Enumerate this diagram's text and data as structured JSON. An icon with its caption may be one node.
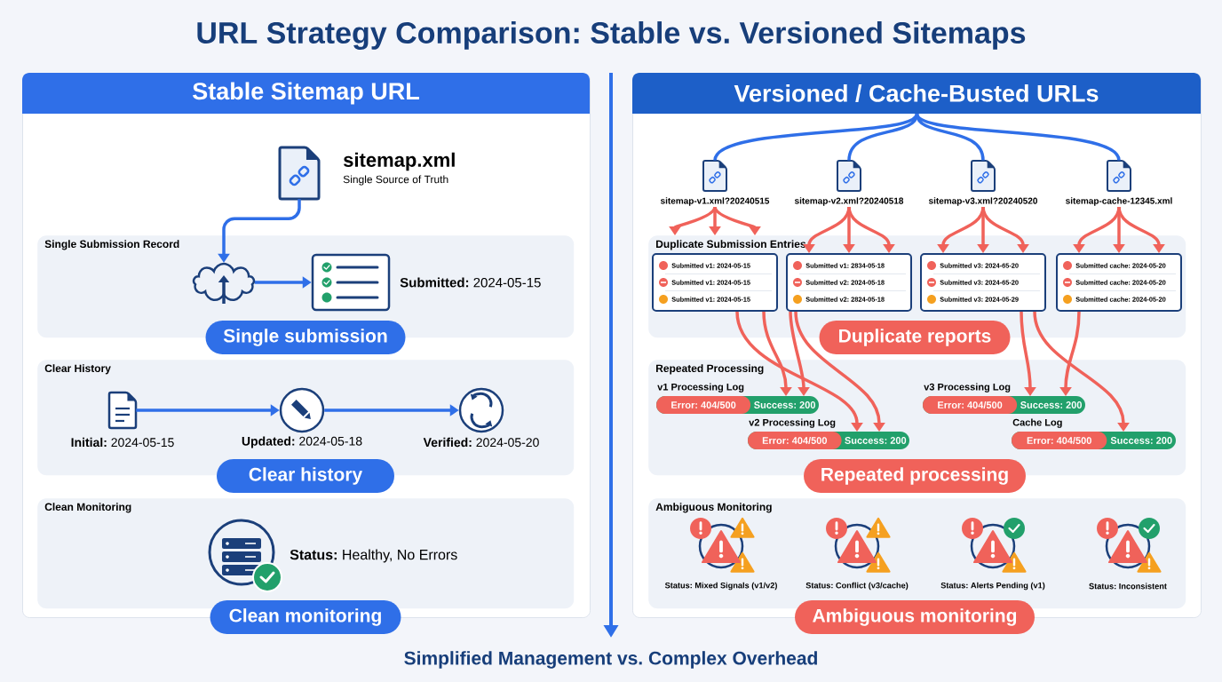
{
  "diagram": {
    "title": "URL Strategy Comparison: Stable vs. Versioned Sitemaps",
    "caption": "Simplified Management vs. Complex Overhead",
    "nodes": [
      {
        "text": [
          "Stable Sitemap URL"
        ]
      },
      {
        "text": [
          "sitemap.xml",
          "Single Source of Truth"
        ],
        "in": 0
      },
      {
        "text": [
          "Single Submission Record"
        ],
        "in": 0
      },
      {
        "text": [],
        "shape": "cloud",
        "in": 2
      },
      {
        "text": [],
        "shape": "box",
        "in": 2,
        "beside": [
          "**Submitted:** 2024-05-15"
        ]
      },
      {
        "text": [
          "Single submission"
        ],
        "in": 0
      },
      {
        "text": [
          "Clear History"
        ],
        "in": 0
      },
      {
        "text": [],
        "shape": "document",
        "in": 6,
        "beside": [
          "**Initial:** 2024-05-15"
        ]
      },
      {
        "text": [],
        "shape": "circle",
        "in": 6,
        "beside": [
          "**Updated:** 2024-05-18"
        ]
      },
      {
        "text": [],
        "shape": "circle",
        "in": 6,
        "beside": [
          "**Verified:** 2024-05-20"
        ]
      },
      {
        "text": [
          "Clear history"
        ],
        "in": 0
      },
      {
        "text": [
          "Clean Monitoring",
          "**Status:** Healthy, No Errors"
        ],
        "in": 0
      },
      {
        "text": [
          "Clean monitoring"
        ],
        "in": 0
      },
      {
        "text": [
          "Versioned / Cache-Busted URLs"
        ]
      },
      {
        "text": [
          "sitemap-v1.xml?20240515"
        ],
        "in": 13
      },
      {
        "text": [
          "sitemap-v2.xml?20240518"
        ],
        "in": 13
      },
      {
        "text": [
          "sitemap-v3.xml?20240520"
        ],
        "in": 13
      },
      {
        "text": [
          "sitemap-cache-12345.xml"
        ],
        "in": 13
      },
      {
        "text": [
          "Duplicate Submission Entries"
        ],
        "in": 13
      },
      {
        "text": [
          "Submitted v1: 2024-05-15",
          "Submitted v1: 2024-05-15",
          "Submitted v1: 2024-05-15"
        ],
        "in": 18
      },
      {
        "text": [
          "Submitted v1: 2834-05-18",
          "Submitted v2: 2024-05-18",
          "Submitted v2: 2824-05-18"
        ],
        "in": 18
      },
      {
        "text": [
          "Submitted v3: 2024-65-20",
          "Submitted v3: 2024-65-20",
          "Submitted v3: 2024-05-29"
        ],
        "in": 18
      },
      {
        "text": [
          "Submitted cache: 2024-05-20",
          "Submitted cache: 2024-05-20",
          "Submitted cache: 2024-05-20"
        ],
        "in": 18
      },
      {
        "text": [
          "Duplicate reports"
        ],
        "in": 13
      },
      {
        "text": [
          "Repeated Processing"
        ],
        "in": 13
      },
      {
        "text": [
          "Error: 404/500",
          "Success: 200"
        ],
        "in": 24,
        "beside": [
          "v1 Processing Log"
        ]
      },
      {
        "text": [
          "Error: 404/500",
          "Success: 200"
        ],
        "in": 24,
        "beside": [
          "v3 Processing Log"
        ]
      },
      {
        "text": [
          "Error: 404/500",
          "Success: 200"
        ],
        "in": 24,
        "beside": [
          "v2 Processing Log"
        ]
      },
      {
        "text": [
          "Error: 404/500",
          "Success: 200"
        ],
        "in": 24,
        "beside": [
          "Cache Log"
        ]
      },
      {
        "text": [
          "Repeated processing"
        ],
        "in": 13
      },
      {
        "text": [
          "Ambiguous Monitoring",
          "Status: Mixed Signals (v1/v2)",
          "Status: Conflict (v3/cache)",
          "Status: Alerts Pending (v1)",
          "Status: Inconsistent"
        ],
        "in": 13
      },
      {
        "text": [
          "Ambiguous monitoring"
        ],
        "in": 13
      }
    ],
    "edges": [
      {
        "from": 1,
        "to": 3,
        "arrow": "to",
        "color": "#2f6fe8"
      },
      {
        "from": 3,
        "to": 4,
        "arrow": "to",
        "color": "#2f6fe8"
      },
      {
        "from": 7,
        "to": 8,
        "arrow": "to",
        "color": "#2f6fe8"
      },
      {
        "from": 8,
        "to": 9,
        "arrow": "to",
        "color": "#2f6fe8"
      },
      {
        "from": 13,
        "to": 14,
        "arrow": "none",
        "color": "#2f6fe8"
      },
      {
        "from": 13,
        "to": 15,
        "arrow": "none",
        "color": "#2f6fe8"
      },
      {
        "from": 13,
        "to": 16,
        "arrow": "none",
        "color": "#2f6fe8"
      },
      {
        "from": 13,
        "to": 17,
        "arrow": "none",
        "color": "#2f6fe8"
      },
      {
        "from": 14,
        "to": 18,
        "arrow": "to"
      },
      {
        "from": 14,
        "to": 18,
        "arrow": "to"
      },
      {
        "from": 14,
        "to": 18,
        "arrow": "to"
      },
      {
        "from": 15,
        "to": 20,
        "arrow": "to"
      },
      {
        "from": 15,
        "to": 20,
        "arrow": "to"
      },
      {
        "from": 15,
        "to": 20,
        "arrow": "to"
      },
      {
        "from": 16,
        "to": 21,
        "arrow": "to"
      },
      {
        "from": 16,
        "to": 21,
        "arrow": "to"
      },
      {
        "from": 16,
        "to": 21,
        "arrow": "to"
      },
      {
        "from": 17,
        "to": 22,
        "arrow": "to"
      },
      {
        "from": 17,
        "to": 22,
        "arrow": "to"
      },
      {
        "from": 17,
        "to": 22,
        "arrow": "to"
      },
      {
        "from": 19,
        "to": 25,
        "arrow": "to"
      },
      {
        "from": 19,
        "to": 27,
        "arrow": "to"
      },
      {
        "from": 20,
        "to": 25,
        "arrow": "to"
      },
      {
        "from": 20,
        "to": 27,
        "arrow": "to"
      },
      {
        "from": 21,
        "to": 26,
        "arrow": "to"
      },
      {
        "from": 22,
        "to": 26,
        "arrow": "to"
      },
      {
        "from": 21,
        "to": 28,
        "arrow": "to"
      }
    ]
  }
}
